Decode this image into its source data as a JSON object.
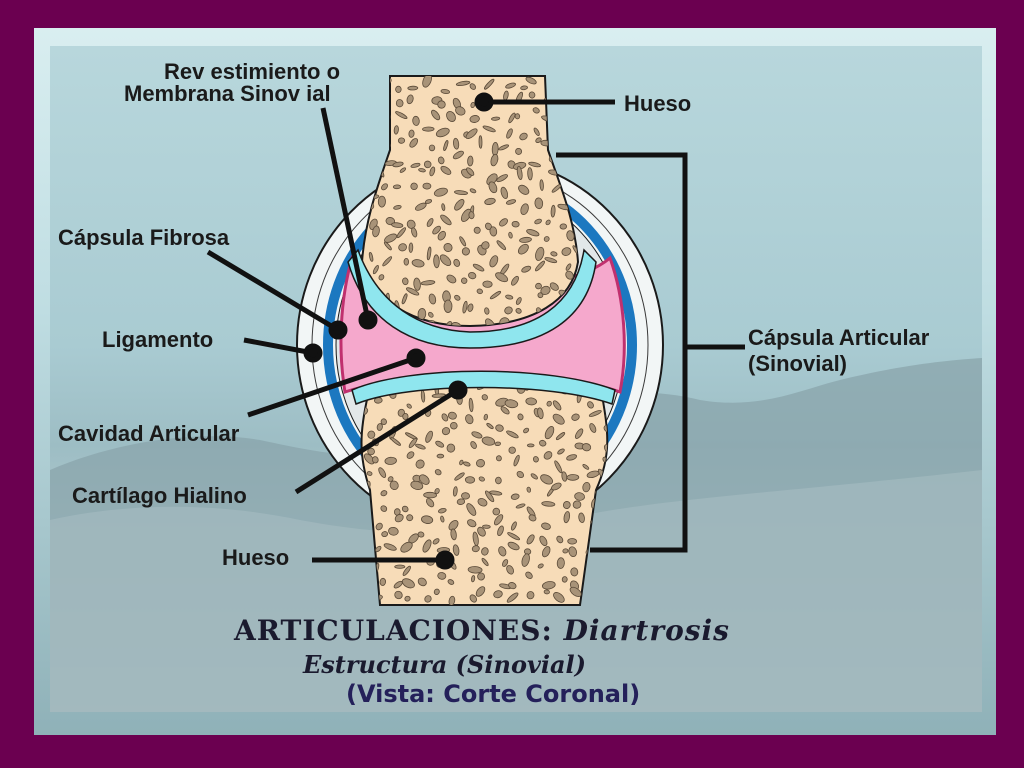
{
  "labels": {
    "synovial_membrane_line1": "Rev estimiento o",
    "synovial_membrane_line2": "Membrana Sinov ial",
    "bone_top": "Hueso",
    "fibrous_capsule": "Cápsula Fibrosa",
    "ligament": "Ligamento",
    "joint_cavity": "Cavidad Articular",
    "hyaline_cartilage": "Cartílago Hialino",
    "bone_bottom": "Hueso",
    "articular_capsule_line1": "Cápsula Articular",
    "articular_capsule_line2": "(Sinovial)"
  },
  "title": {
    "main": "ARTICULACIONES:",
    "main_italic": "Diartrosis",
    "subtitle": "Estructura (Sinovial)",
    "view": "(Vista: Corte Coronal)"
  },
  "colors": {
    "frame": "#6b0050",
    "bone": "#f7dcb8",
    "bone_spots": "#a89378",
    "cartilage": "#8fe6ee",
    "cavity": "#f5a8cc",
    "ligament": "#1c78c0",
    "title_text": "#1a1a2e"
  }
}
